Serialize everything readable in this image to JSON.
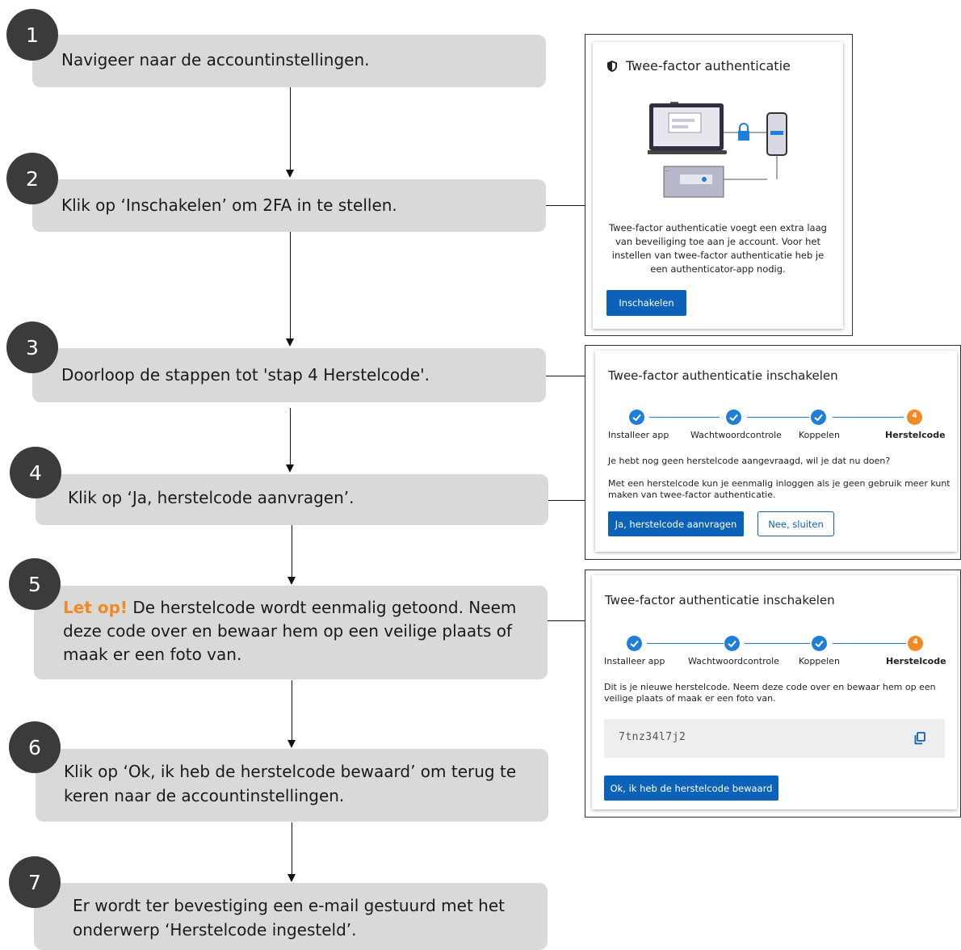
{
  "steps": [
    {
      "number": "1",
      "text": "Navigeer naar de accountinstellingen."
    },
    {
      "number": "2",
      "text": "Klik op ‘Inschakelen’ om 2FA in te stellen."
    },
    {
      "number": "3",
      "text": "Doorloop de stappen tot 'stap 4 Herstelcode'."
    },
    {
      "number": "4",
      "text": "Klik op ‘Ja, herstelcode aanvragen’."
    },
    {
      "number": "5",
      "warning": "Let op!",
      "text_line1": " De herstelcode wordt eenmalig getoond. Neem",
      "text_line2": "deze code over en bewaar hem op een veilige plaats of",
      "text_line3": "maak er een foto van."
    },
    {
      "number": "6",
      "text_line1": "Klik op ‘Ok, ik heb de herstelcode bewaard’ om terug te",
      "text_line2": "keren naar de accountinstellingen."
    },
    {
      "number": "7",
      "text_line1": "Er wordt ter bevestiging een e-mail gestuurd met het",
      "text_line2": "onderwerp ‘Herstelcode ingesteld’."
    }
  ],
  "colors": {
    "step_box": "#d9d9d9",
    "circle": "#3b3b3b",
    "warning": "#f08a24",
    "primary": "#0b62b8",
    "step_done": "#1f7fd6"
  },
  "panel1": {
    "title": "Twee-factor authenticatie",
    "icon": "shield-icon",
    "description_lines": [
      "Twee-factor authenticatie voegt een extra laag",
      "van beveiliging toe aan je account. Voor het",
      "instellen van twee-factor authenticatie heb je",
      "een authenticator-app nodig."
    ],
    "button": "Inschakelen"
  },
  "panel2": {
    "title": "Twee-factor authenticatie inschakelen",
    "stepper": {
      "current": "4",
      "labels": [
        "Installeer app",
        "Wachtwoordcontrole",
        "Koppelen",
        "Herstelcode"
      ]
    },
    "question": "Je hebt nog geen herstelcode aangevraagd, wil je dat nu doen?",
    "info_line1": "Met een herstelcode kun je eenmalig inloggen als je geen gebruik meer kunt",
    "info_line2": "maken van twee-factor authenticatie.",
    "primary_button": "Ja, herstelcode aanvragen",
    "secondary_button": "Nee, sluiten"
  },
  "panel3": {
    "title": "Twee-factor authenticatie inschakelen",
    "stepper": {
      "current": "4",
      "labels": [
        "Installeer app",
        "Wachtwoordcontrole",
        "Koppelen",
        "Herstelcode"
      ]
    },
    "info_line1": "Dit is je nieuwe herstelcode. Neem deze code over en bewaar hem op een",
    "info_line2": "veilige plaats of maak er een foto van.",
    "code": "7tnz34l7j2",
    "copy_icon": "copy-icon",
    "button": "Ok, ik heb de herstelcode bewaard"
  }
}
